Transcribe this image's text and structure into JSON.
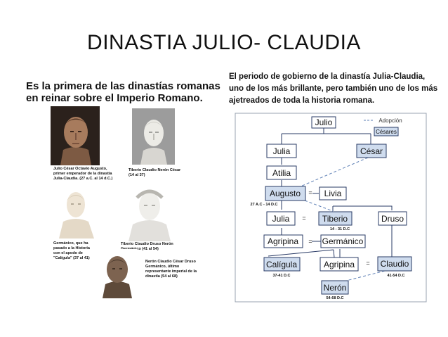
{
  "title": "DINASTIA JULIO- CLAUDIA",
  "intro": "Es la primera de las dinastías romanas en reinar sobre el Imperio Romano.",
  "description": "El periodo de gobierno de la dinastía Julia-Claudia, uno de los más brillante, pero también uno de los más ajetreados de toda la historia romana.",
  "portraits": {
    "augusto": "Julio César Octavio Augusto, primer emperador de la dinastía Julia-Claudia. (27 a.C. al 14 d.C.)",
    "tiberio": "Tiberio Claudio Nerón César (14 al 37)",
    "germanico": "Germánico, que ha pasado a la Historia con el apodo de \"Calígula\" (37 al 41)",
    "claudio": "Tiberio Claudio Druso Nerón Germánico (41 al 54)",
    "neron": "Nerón Claudio César Druso Germánico, último representante imperial de la dinastía (54 al 68)"
  },
  "tree": {
    "legend_adoption": "Adopción",
    "legend_caesars": "Césares",
    "nodes": {
      "julio": "Julio",
      "julia1": "Julia",
      "cesar": "César",
      "atilia": "Atilia",
      "augusto": "Augusto",
      "livia": "Livia",
      "julia2": "Julia",
      "tiberio": "Tiberio",
      "druso": "Druso",
      "agripina1": "Agripina",
      "germanico": "Germánico",
      "caligula": "Calígula",
      "agripina2": "Agripina",
      "claudio": "Claudio",
      "neron": "Nerón"
    },
    "dates": {
      "augusto": "27 A.C - 14 D.C",
      "tiberio": "14 - 31 D.C",
      "caligula": "37-41 D.C",
      "claudio": "41-54 D.C",
      "neron": "54-68 D.C"
    },
    "equals": "="
  },
  "colors": {
    "caesar_fill": "#cfdcee",
    "plain_fill": "#ffffff",
    "line": "#2a3b66",
    "adoption": "#5d7fb5",
    "frame": "#9aa3b0"
  }
}
